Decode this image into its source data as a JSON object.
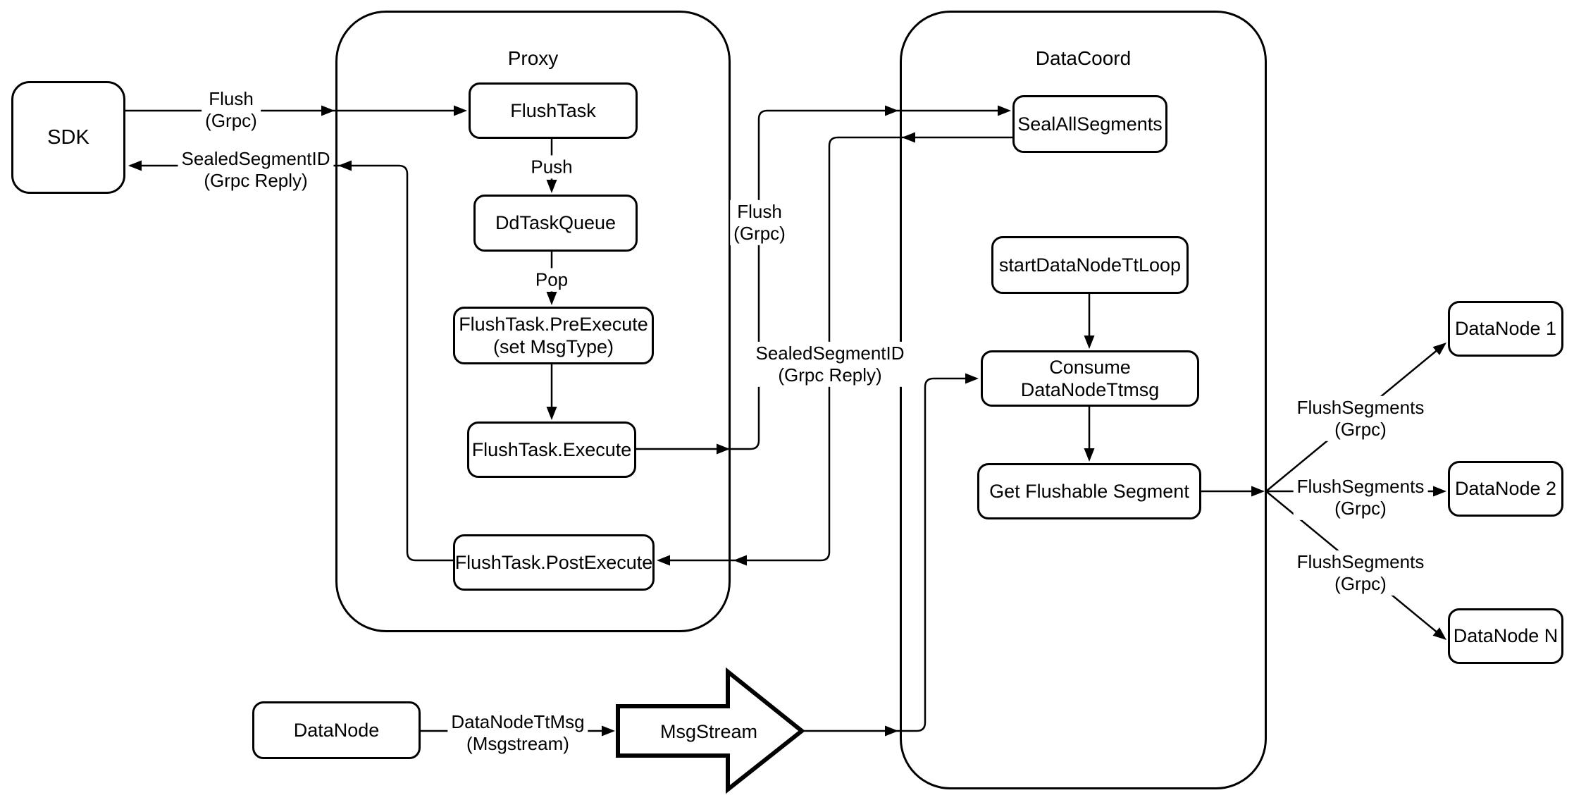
{
  "colors": {
    "stroke": "#000000",
    "background": "#ffffff"
  },
  "containers": {
    "proxy": {
      "label": "Proxy"
    },
    "datacoord": {
      "label": "DataCoord"
    }
  },
  "nodes": {
    "sdk": {
      "label": "SDK"
    },
    "flush_task": {
      "label": "FlushTask"
    },
    "dd_task_queue": {
      "label": "DdTaskQueue"
    },
    "pre_execute": {
      "label": "FlushTask.PreExecute\n(set MsgType)"
    },
    "execute": {
      "label": "FlushTask.Execute"
    },
    "post_execute": {
      "label": "FlushTask.PostExecute"
    },
    "seal_all_segments": {
      "label": "SealAllSegments"
    },
    "start_datanode_tt_loop": {
      "label": "startDataNodeTtLoop"
    },
    "consume_datanode_ttmsg": {
      "label": "Consume DataNodeTtmsg"
    },
    "get_flushable_segment": {
      "label": "Get Flushable Segment"
    },
    "datanode_1": {
      "label": "DataNode 1"
    },
    "datanode_2": {
      "label": "DataNode 2"
    },
    "datanode_n": {
      "label": "DataNode N"
    },
    "datanode_source": {
      "label": "DataNode"
    },
    "msgstream": {
      "label": "MsgStream"
    }
  },
  "edge_labels": {
    "flush_sdk_to_proxy": "Flush\n(Grpc)",
    "sealed_segment_to_sdk": "SealedSegmentID\n(Grpc Reply)",
    "push": "Push",
    "pop": "Pop",
    "flush_proxy_to_datacoord": "Flush\n(Grpc)",
    "sealed_segment_reply": "SealedSegmentID\n(Grpc Reply)",
    "flush_segments_1": "FlushSegments\n(Grpc)",
    "flush_segments_2": "FlushSegments\n(Grpc)",
    "flush_segments_3": "FlushSegments\n(Grpc)",
    "datanode_tt_msg": "DataNodeTtMsg\n(Msgstream)"
  }
}
